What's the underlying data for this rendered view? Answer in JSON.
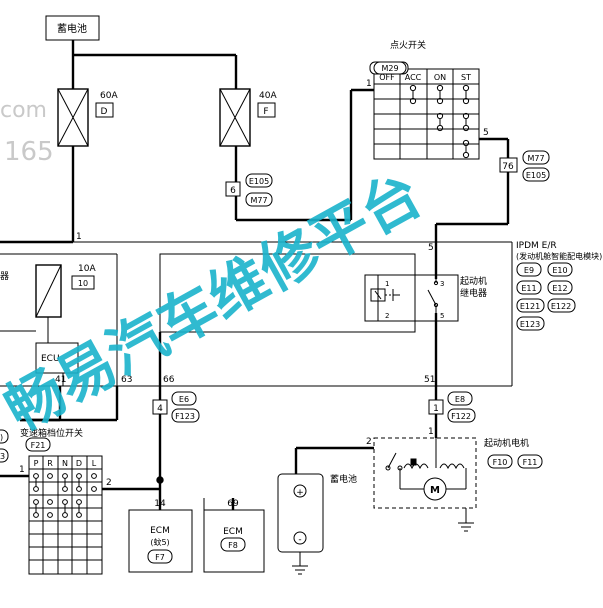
{
  "battery_top": {
    "label": "蓄电池"
  },
  "fuses": [
    {
      "rating": "60A",
      "code": "D"
    },
    {
      "rating": "40A",
      "code": "F"
    },
    {
      "rating": "10A",
      "code": "10"
    }
  ],
  "ignition_switch": {
    "title": "点火开关",
    "connector": "M29",
    "positions": [
      "OFF",
      "ACC",
      "ON",
      "ST"
    ],
    "pin_in": "1",
    "pin_out": "5"
  },
  "connectors": {
    "m77_e105_a": {
      "pin": "6",
      "codes": [
        "E105",
        "M77"
      ]
    },
    "m77_e105_b": {
      "pin": "76",
      "codes": [
        "M77",
        "E105"
      ]
    },
    "e6_f123": {
      "pin": "4",
      "codes": [
        "E6",
        "F123"
      ]
    },
    "e8_f122": {
      "pin": "1",
      "codes": [
        "E8",
        "F122"
      ]
    }
  },
  "ipdm": {
    "title": "IPDM E/R",
    "subtitle": "(发动机舱智能配电模块)",
    "connectors": [
      "E9",
      "E10",
      "E11",
      "E12",
      "E121",
      "E122",
      "E123"
    ],
    "pin_top_left": "1",
    "pin_top_right": "5",
    "pin_41": "41",
    "pin_63": "63",
    "pin_66": "66",
    "pin_51": "51",
    "ecu_label": "ECU",
    "left_cut_label": "器",
    "relay": {
      "label_line1": "起动机",
      "label_line2": "继电器",
      "pins": [
        "1",
        "2",
        "3",
        "5"
      ]
    }
  },
  "starter_motor": {
    "title": "起动机电机",
    "connectors": [
      "F10",
      "F11"
    ],
    "pin_1": "1",
    "pin_2": "2",
    "motor_symbol": "M"
  },
  "battery_bottom": {
    "label": "蓄电池",
    "plus": "+",
    "minus": "-"
  },
  "range_switch": {
    "title": "变速箱档位开关",
    "connector": "F21",
    "positions": [
      "P",
      "R",
      "N",
      "D",
      "L"
    ],
    "pin_left": "1",
    "pin_right": "2"
  },
  "left_cut": {
    "tag_a": ")",
    "tag_b": "3"
  },
  "ecm_modules": [
    {
      "pin": "14",
      "name": "ECM",
      "sub": "(蚊5)",
      "connector": "F7"
    },
    {
      "pin": "69",
      "name": "ECM",
      "sub": "",
      "connector": "F8"
    }
  ],
  "watermark": {
    "main": "畅易汽车维修平台",
    "corner_a": "com",
    "corner_b": "165"
  }
}
